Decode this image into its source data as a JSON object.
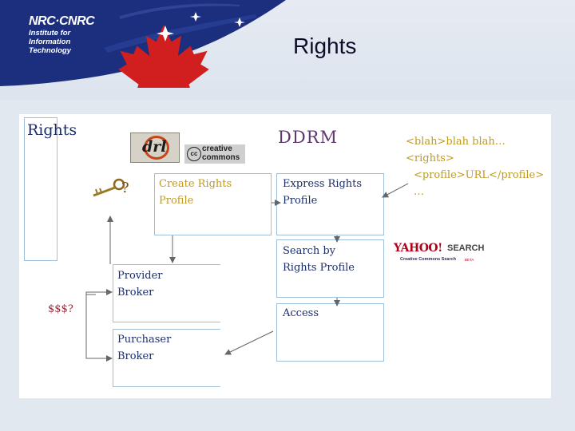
{
  "header": {
    "logo_brand": "NRC·CNRC",
    "logo_lines": [
      "Institute for",
      "Information",
      "Technology"
    ],
    "title": "Rights"
  },
  "diagram": {
    "rights_label": "Rights",
    "ddrm_label": "DDRM",
    "drl_logo": "drl",
    "cc_logo_lines": [
      "creative",
      "commons"
    ],
    "cc_badge": "cc",
    "question_mark": "?",
    "money_label": "$$$?",
    "create_profile_lines": [
      "Create Rights",
      "Profile"
    ],
    "express_profile_lines": [
      "Express Rights",
      "Profile"
    ],
    "search_profile_lines": [
      "Search by",
      "Rights Profile"
    ],
    "access_label": "Access",
    "provider_broker_lines": [
      "Provider",
      "Broker"
    ],
    "purchaser_broker_lines": [
      "Purchaser",
      "Broker"
    ],
    "xml_snippet_lines": [
      "<blah>blah blah…",
      "<rights>",
      "<profile>URL</profile>",
      "…"
    ],
    "yahoo_logo": "YAHOO!",
    "yahoo_search": "SEARCH",
    "yahoo_cc_search": "Creative Commons Search",
    "yahoo_beta": "BETA"
  },
  "colors": {
    "header_blue": "#1c2f7e",
    "maple_red": "#d11f1f",
    "box_border": "#9fc0d8",
    "olive_text": "#c09a1e",
    "navy_text": "#1a2d6c",
    "maroon_text": "#8e2d3a",
    "ddrm_text": "#5f386e",
    "yahoo_red": "#b5001a"
  }
}
